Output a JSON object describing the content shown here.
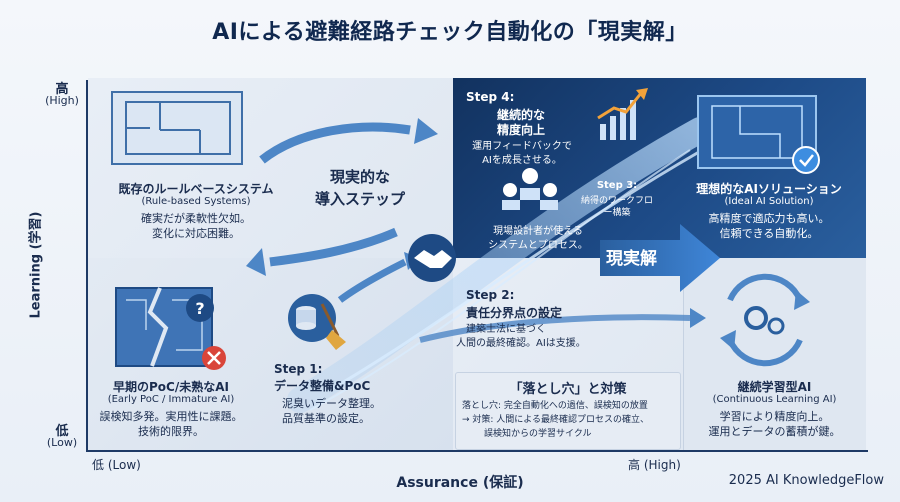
{
  "title": "AIによる避難経路チェック自動化の「現実解」",
  "axes": {
    "y_label": "Learning (学習)",
    "y_high": "高",
    "y_high_en": "(High)",
    "y_low": "低",
    "y_low_en": "(Low)",
    "x_label": "Assurance (保証)",
    "x_low": "低 (Low)",
    "x_high": "高 (High)"
  },
  "quadrants": {
    "top_left": {
      "title": "既存のルールベースシステム",
      "subtitle": "(Rule-based Systems)",
      "desc1": "確実だが柔軟性欠如。",
      "desc2": "変化に対応困難。"
    },
    "top_right": {
      "title": "理想的なAIソリューション",
      "subtitle": "(Ideal AI Solution)",
      "desc1": "高精度で適応力も高い。",
      "desc2": "信頼できる自動化。"
    },
    "bottom_left": {
      "title": "早期のPoC/未熟なAI",
      "subtitle": "(Early PoC / Immature AI)",
      "desc1": "誤検知多発。実用性に課題。",
      "desc2": "技術的限界。"
    },
    "bottom_right": {
      "title": "継続学習型AI",
      "subtitle": "(Continuous Learning AI)",
      "desc1": "学習により精度向上。",
      "desc2": "運用とデータの蓄積が鍵。"
    }
  },
  "path": {
    "label1": "現実的な",
    "label2": "導入ステップ",
    "answer": "現実解"
  },
  "steps": {
    "step1": {
      "heading": "Step 1:",
      "title": "データ整備&PoC",
      "desc1": "泥臭いデータ整理。",
      "desc2": "品質基準の設定。"
    },
    "step2": {
      "heading": "Step 2:",
      "title": "責任分界点の設定",
      "desc1": "建築士法に基づく",
      "desc2": "人間の最終確認。AIは支援。"
    },
    "step3": {
      "heading": "Step 3:",
      "title1": "納得のワークフロ",
      "title2": "ー構築",
      "desc1": "現場設計者が使える",
      "desc2": "システムとプロセス。"
    },
    "step4": {
      "heading": "Step 4:",
      "title1": "継続的な",
      "title2": "精度向上",
      "desc1": "運用フィードバックで",
      "desc2": "AIを成長させる。"
    }
  },
  "pitfalls": {
    "title": "「落とし穴」と対策",
    "line1": "落とし穴: 完全自動化への過信、誤検知の放置",
    "line2": "→ 対策: 人間による最終確認プロセスの確立、",
    "line3": "誤検知からの学習サイクル"
  },
  "footer": "2025 AI KnowledgeFlow",
  "colors": {
    "navy": "#12325f",
    "accent_blue": "#2f7fd8",
    "arrow_light": "#7fb6ea",
    "alert_red": "#d9453a",
    "check_blue": "#3d8de0"
  },
  "icons": [
    "floorplan-icon",
    "broken-blueprint-icon",
    "question-icon",
    "error-icon",
    "database-broom-icon",
    "handshake-icon",
    "team-laptops-icon",
    "growth-chart-icon",
    "blueprint-check-icon",
    "cycle-gears-icon"
  ]
}
